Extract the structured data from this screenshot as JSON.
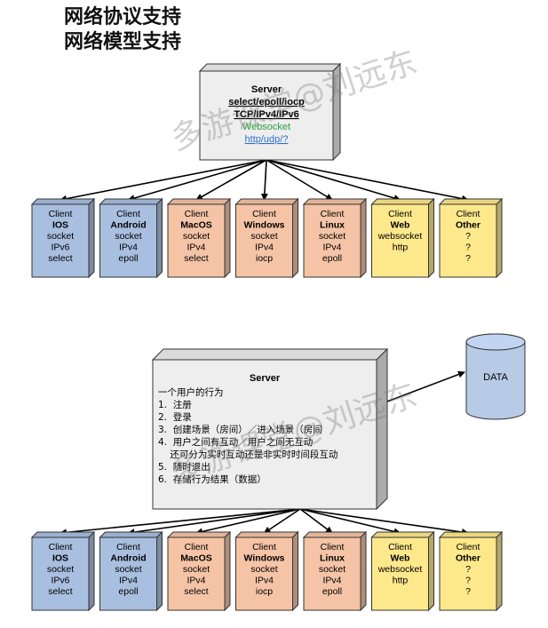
{
  "title": [
    "网络协议支持",
    "网络模型支持"
  ],
  "watermark": "多游课堂@刘远东",
  "top_server": {
    "lines": [
      {
        "text": "Server",
        "bold": true,
        "underline": false,
        "color": "#000000"
      },
      {
        "text": "select/epoll/iocp",
        "bold": true,
        "underline": true,
        "color": "#000000"
      },
      {
        "text": "TCP/IPv4/IPv6",
        "bold": true,
        "underline": true,
        "color": "#000000"
      },
      {
        "text": "Websocket",
        "bold": false,
        "underline": false,
        "color": "#2e9e3e"
      },
      {
        "text": "http/udp/?",
        "bold": false,
        "underline": true,
        "color": "#2f6fd0"
      }
    ]
  },
  "bottom_server": {
    "title": "Server",
    "lines": [
      "一个用户的行为",
      "1.  注册",
      "2.  登录",
      "3.  创建场景（房间）／进入场景（房间",
      "4.  用户之间有互动／用户之间无互动",
      "    还可分为实时互动还是非实时时间段互动",
      "5.  随时退出",
      "6.  存储行为结果（数据）"
    ]
  },
  "database": {
    "label": "DATA"
  },
  "colors": {
    "blue": "#a9bfe0",
    "orange": "#f5c4a6",
    "yellow": "#fde98c",
    "server": "#eeeeee",
    "db": "#b8cbe6"
  },
  "clients": [
    {
      "lines": [
        "Client",
        "IOS",
        "socket",
        "IPv6",
        "select"
      ],
      "color": "blue"
    },
    {
      "lines": [
        "Client",
        "Android",
        "socket",
        "IPv4",
        "epoll"
      ],
      "color": "blue"
    },
    {
      "lines": [
        "Client",
        "MacOS",
        "socket",
        "IPv4",
        "select"
      ],
      "color": "orange"
    },
    {
      "lines": [
        "Client",
        "Windows",
        "socket",
        "IPv4",
        "iocp"
      ],
      "color": "orange"
    },
    {
      "lines": [
        "Client",
        "Linux",
        "socket",
        "IPv4",
        "epoll"
      ],
      "color": "orange"
    },
    {
      "lines": [
        "Client",
        "Web",
        "websocket",
        "http"
      ],
      "color": "yellow"
    },
    {
      "lines": [
        "Client",
        "Other",
        "?",
        "?",
        "?"
      ],
      "color": "yellow"
    }
  ]
}
